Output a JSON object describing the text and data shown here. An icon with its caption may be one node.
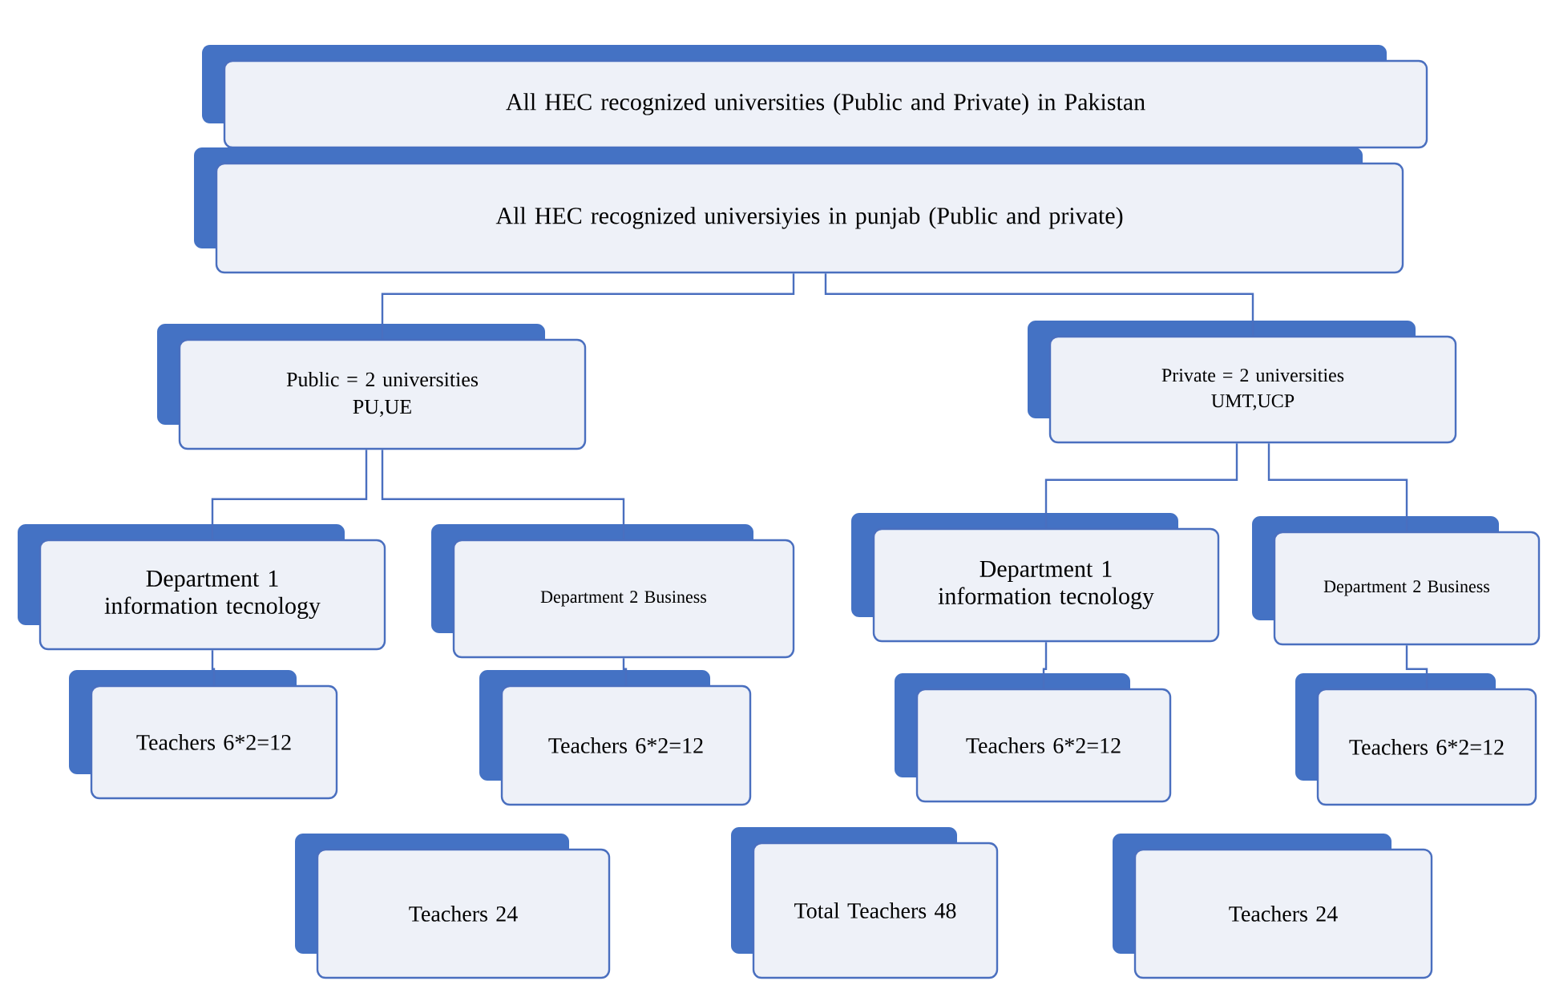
{
  "diagram": {
    "nodes": [
      {
        "text": [
          "All HEC recognized universities (Public and Private) in Pakistan"
        ]
      },
      {
        "text": [
          "All HEC recognized universiyies in punjab (Public and private)"
        ]
      },
      {
        "text": [
          "Public = 2 universities",
          "PU,UE"
        ]
      },
      {
        "text": [
          "Private = 2 universities",
          "UMT,UCP"
        ]
      },
      {
        "text": [
          "Department 1 information tecnology"
        ]
      },
      {
        "text": [
          "Department 2 Business"
        ]
      },
      {
        "text": [
          "Department 1 information tecnology"
        ]
      },
      {
        "text": [
          "Department 2 Business"
        ]
      },
      {
        "text": [
          "Teachers 6*2=12"
        ]
      },
      {
        "text": [
          "Teachers 6*2=12"
        ]
      },
      {
        "text": [
          "Teachers 6*2=12"
        ]
      },
      {
        "text": [
          "Teachers 6*2=12"
        ]
      },
      {
        "text": [
          "Teachers 24"
        ]
      },
      {
        "text": [
          "Total Teachers 48"
        ]
      },
      {
        "text": [
          "Teachers 24"
        ]
      }
    ],
    "edges": [
      {
        "from": 1,
        "to": 2,
        "arrow": "none"
      },
      {
        "from": 1,
        "to": 3,
        "arrow": "none"
      },
      {
        "from": 2,
        "to": 4,
        "arrow": "none"
      },
      {
        "from": 2,
        "to": 5,
        "arrow": "none"
      },
      {
        "from": 3,
        "to": 6,
        "arrow": "none"
      },
      {
        "from": 3,
        "to": 7,
        "arrow": "none"
      },
      {
        "from": 4,
        "to": 8,
        "arrow": "none"
      },
      {
        "from": 5,
        "to": 9,
        "arrow": "none"
      },
      {
        "from": 6,
        "to": 10,
        "arrow": "none"
      },
      {
        "from": 7,
        "to": 11,
        "arrow": "none"
      }
    ]
  }
}
